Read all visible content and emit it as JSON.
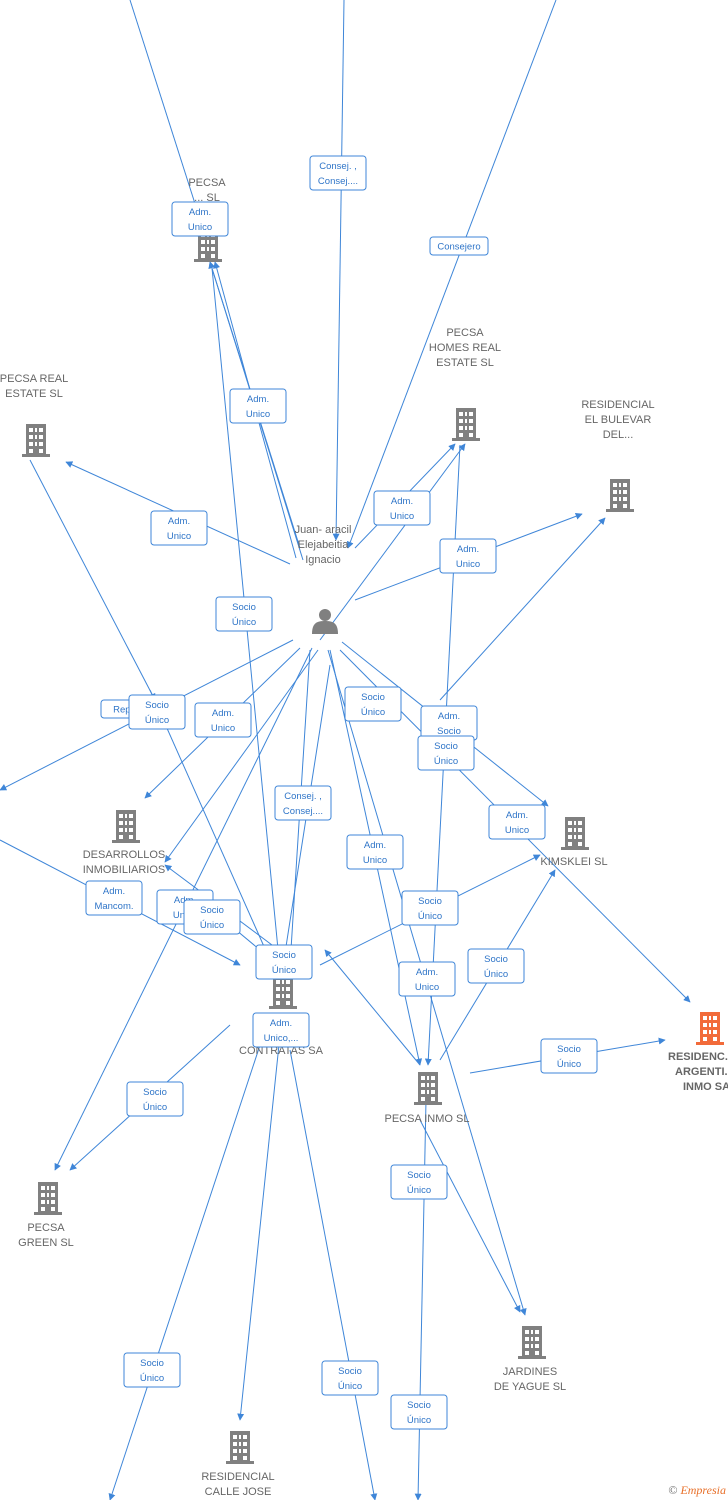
{
  "colors": {
    "edge": "#3f86d8",
    "node": "#808080",
    "highlight_node": "#f26b3a"
  },
  "nodes": [
    {
      "id": "person",
      "kind": "person-icon",
      "label": [
        "Juan- aracil",
        "Elejabeitia",
        "Ignacio"
      ]
    },
    {
      "id": "pecsa_sl",
      "kind": "building-icon",
      "label": [
        "PECSA",
        "...  SL"
      ]
    },
    {
      "id": "pecsa_real_estate",
      "kind": "building-icon",
      "label": [
        "PECSA REAL",
        "ESTATE  SL"
      ]
    },
    {
      "id": "pecsa_homes",
      "kind": "building-icon",
      "label": [
        "PECSA",
        "HOMES REAL",
        "ESTATE  SL"
      ]
    },
    {
      "id": "residencial_bulevar",
      "kind": "building-icon",
      "label": [
        "RESIDENCIAL",
        "EL BULEVAR",
        "DEL..."
      ]
    },
    {
      "id": "desarrollos",
      "kind": "building-icon",
      "label": [
        "DESARROLLOS",
        "INMOBILIARIOS",
        "...  SL"
      ]
    },
    {
      "id": "kimsklei",
      "kind": "building-icon",
      "label": [
        "KIMSKLEI SL"
      ]
    },
    {
      "id": "promociones",
      "kind": "building-icon",
      "label": [
        "PR...ES",
        "E...Y",
        "CONTRATAS SA"
      ]
    },
    {
      "id": "residencial_argentina",
      "kind": "building-icon",
      "highlight": true,
      "label": [
        "RESIDENC...",
        "ARGENTI...",
        "INMO SA"
      ]
    },
    {
      "id": "pecsa_inmo",
      "kind": "building-icon",
      "label": [
        "PECSA INMO  SL"
      ]
    },
    {
      "id": "pecsa_green",
      "kind": "building-icon",
      "label": [
        "PECSA",
        "GREEN  SL"
      ]
    },
    {
      "id": "jardines",
      "kind": "building-icon",
      "label": [
        "JARDINES",
        "DE YAGUE  SL"
      ]
    },
    {
      "id": "residencial_calle",
      "kind": "building-icon",
      "label": [
        "RESIDENCIAL",
        "CALLE JOSE"
      ]
    }
  ],
  "edge_labels": [
    [
      "Consej. ,",
      "Consej...."
    ],
    [
      "Consejero"
    ],
    [
      "Adm.",
      "Unico"
    ],
    [
      "Adm.",
      "Unico"
    ],
    [
      "Adm.",
      "Unico"
    ],
    [
      "Adm.",
      "Unico"
    ],
    [
      "Adm.",
      "Unico"
    ],
    [
      "Socio",
      "Único"
    ],
    [
      "Repre..."
    ],
    [
      "Socio",
      "Único"
    ],
    [
      "Adm.",
      "Unico"
    ],
    [
      "Socio",
      "Único"
    ],
    [
      "Adm.",
      "Socio"
    ],
    [
      "Socio",
      "Único"
    ],
    [
      "Consej. ,",
      "Consej...."
    ],
    [
      "Adm.",
      "Unico"
    ],
    [
      "Adm.",
      "Unico"
    ],
    [
      "Adm.",
      "Mancom."
    ],
    [
      "Adm.",
      "Unico"
    ],
    [
      "Socio",
      "Único"
    ],
    [
      "Socio",
      "Único"
    ],
    [
      "Socio",
      "Único"
    ],
    [
      "Socio",
      "Único"
    ],
    [
      "Adm.",
      "Unico"
    ],
    [
      "Adm.",
      "Unico,..."
    ],
    [
      "Socio",
      "Único"
    ],
    [
      "Socio",
      "Único"
    ],
    [
      "Socio",
      "Único"
    ],
    [
      "Socio",
      "Único"
    ],
    [
      "Socio",
      "Único"
    ],
    [
      "Socio",
      "Único"
    ]
  ],
  "footer": {
    "copyright": "©",
    "brand": "Empresia"
  }
}
